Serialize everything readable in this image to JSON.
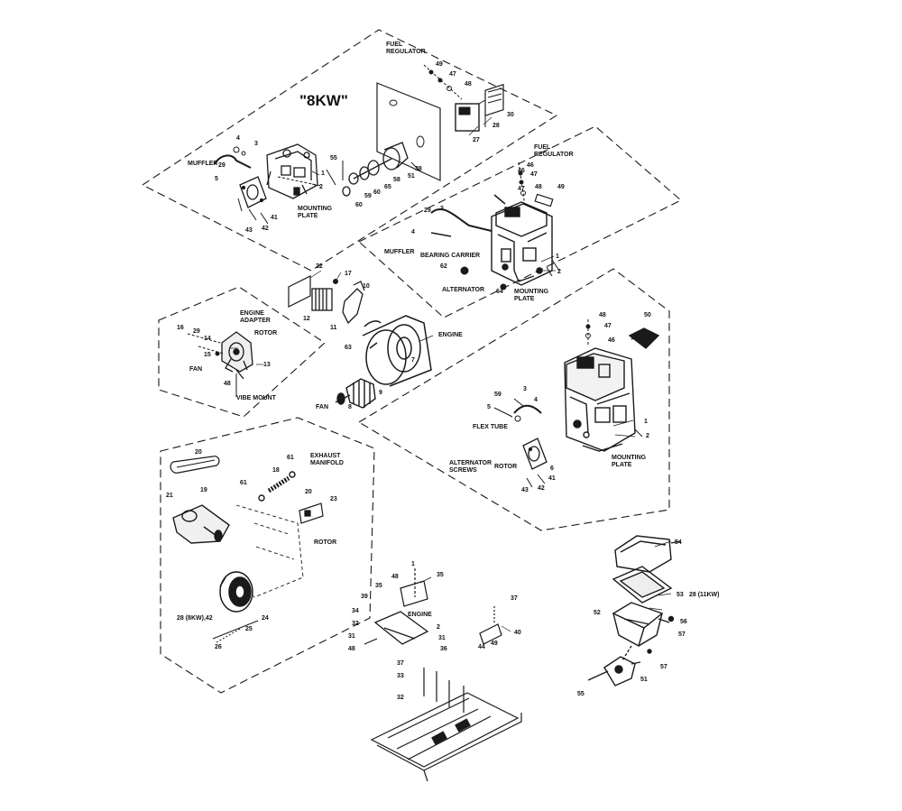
{
  "title": "\"8KW\"",
  "colors": {
    "line": "#1a1a1a",
    "background": "#ffffff"
  },
  "labels": {
    "muffler": "MUFFLER",
    "mounting_plate": "MOUNTING PLATE",
    "fuel_regulator": "FUEL REGULATOR",
    "bearing_carrier": "BEARING CARRIER",
    "alternator": "ALTERNATOR",
    "engine_adapter": "ENGINE ADAPTER",
    "rotor": "ROTOR",
    "fan": "FAN",
    "vibe_mount": "VIBE MOUNT",
    "engine": "ENGINE",
    "flex_tube": "FLEX TUBE",
    "alternator_screws": "ALTERNATOR SCREWS",
    "exhaust_manifold": "EXHAUST MANIFOLD",
    "part_8kw_42": "28 (8KW),42",
    "part_11kw": "28 (11KW)"
  },
  "part_numbers": {
    "p1": "1",
    "p2": "2",
    "p3": "3",
    "p4": "4",
    "p5": "5",
    "p6": "6",
    "p7": "7",
    "p8": "8",
    "p9": "9",
    "p10": "10",
    "p11": "11",
    "p12": "12",
    "p13": "13",
    "p14": "14",
    "p15": "15",
    "p16": "16",
    "p17": "17",
    "p18": "18",
    "p19": "19",
    "p20": "20",
    "p21": "21",
    "p22": "22",
    "p23": "23",
    "p24": "24",
    "p25": "25",
    "p26": "26",
    "p27": "27",
    "p28": "28",
    "p29": "29",
    "p30": "30",
    "p31": "31",
    "p32": "32",
    "p33": "33",
    "p34": "34",
    "p35": "35",
    "p36": "36",
    "p37": "37",
    "p38": "38",
    "p39": "39",
    "p40": "40",
    "p41": "41",
    "p42": "42",
    "p43": "43",
    "p44": "44",
    "p46": "46",
    "p47": "47",
    "p48": "48",
    "p49": "49",
    "p50": "50",
    "p51": "51",
    "p52": "52",
    "p53": "53",
    "p54": "54",
    "p55": "55",
    "p56": "56",
    "p57": "57",
    "p58": "58",
    "p59": "59",
    "p60": "60",
    "p61": "61",
    "p62": "62",
    "p63": "63",
    "p64": "64",
    "p65": "65"
  }
}
